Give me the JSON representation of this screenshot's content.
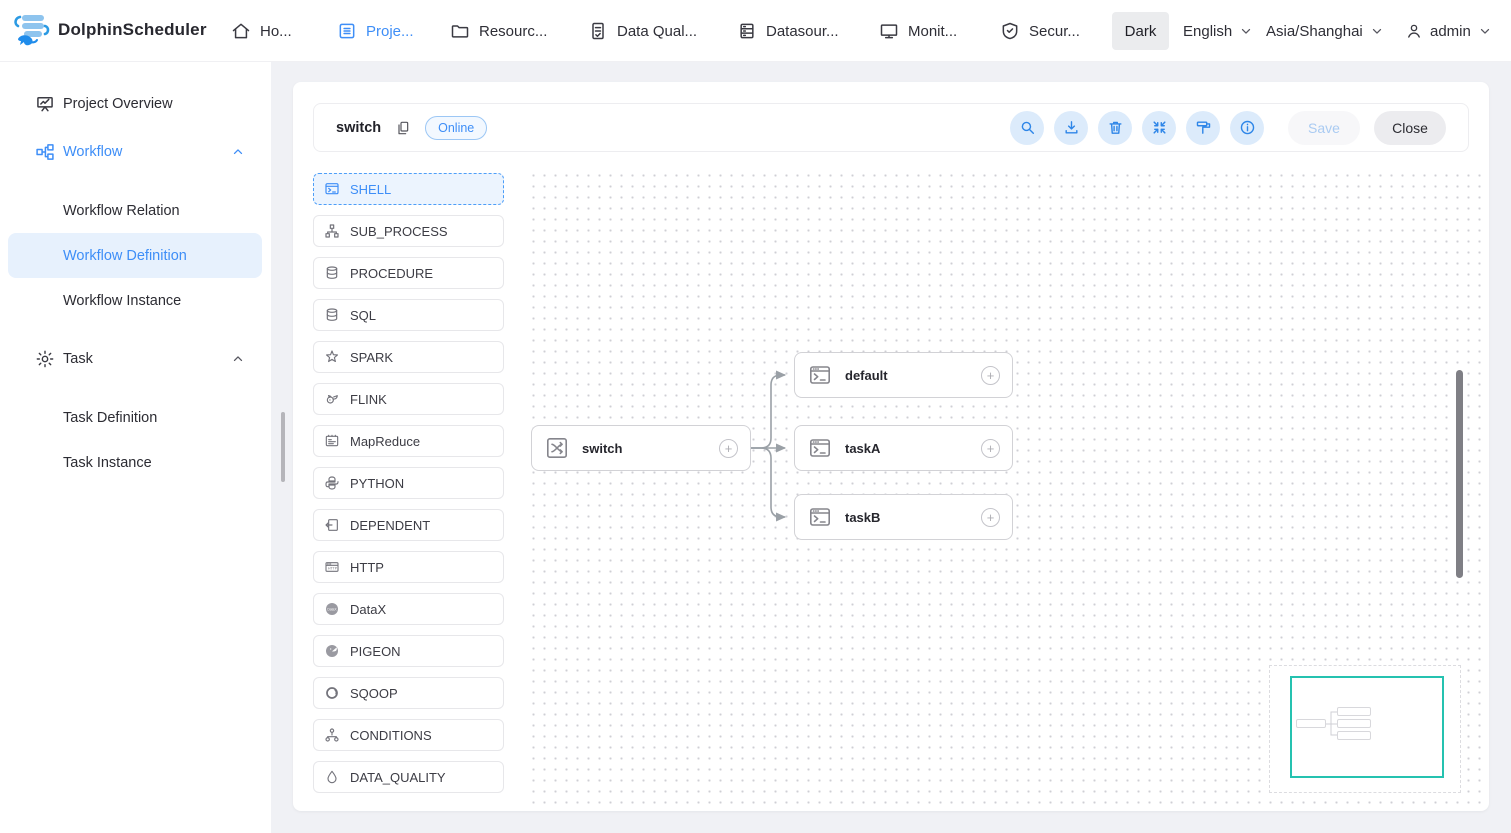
{
  "nav": {
    "brand": "DolphinScheduler",
    "tabs": [
      {
        "label": "Ho...",
        "icon": "home-icon",
        "active": false
      },
      {
        "label": "Proje...",
        "icon": "project-icon",
        "active": true
      },
      {
        "label": "Resourc...",
        "icon": "resources-icon",
        "active": false
      },
      {
        "label": "Data Qual...",
        "icon": "data-quality-icon",
        "active": false
      },
      {
        "label": "Datasour...",
        "icon": "datasource-icon",
        "active": false
      },
      {
        "label": "Monit...",
        "icon": "monitor-icon",
        "active": false
      },
      {
        "label": "Secur...",
        "icon": "security-icon",
        "active": false
      }
    ],
    "theme_button": "Dark",
    "language": "English",
    "timezone": "Asia/Shanghai",
    "user": "admin"
  },
  "sidebar": {
    "project_overview": "Project Overview",
    "workflow": "Workflow",
    "workflow_relation": "Workflow Relation",
    "workflow_definition": "Workflow Definition",
    "workflow_instance": "Workflow Instance",
    "task": "Task",
    "task_definition": "Task Definition",
    "task_instance": "Task Instance",
    "selected_item": "Workflow Definition"
  },
  "header": {
    "workflow_name": "switch",
    "status_badge": "Online",
    "toolbar_icons": [
      "search-icon",
      "download-icon",
      "delete-icon",
      "fullscreen-icon",
      "format-icon",
      "info-icon"
    ],
    "save_label": "Save",
    "close_label": "Close",
    "save_disabled": true
  },
  "task_types": {
    "selected": "SHELL",
    "items": [
      {
        "label": "SHELL",
        "icon": "shell-icon"
      },
      {
        "label": "SUB_PROCESS",
        "icon": "sub-process-icon"
      },
      {
        "label": "PROCEDURE",
        "icon": "procedure-icon"
      },
      {
        "label": "SQL",
        "icon": "sql-icon"
      },
      {
        "label": "SPARK",
        "icon": "spark-icon"
      },
      {
        "label": "FLINK",
        "icon": "flink-icon"
      },
      {
        "label": "MapReduce",
        "icon": "mapreduce-icon"
      },
      {
        "label": "PYTHON",
        "icon": "python-icon"
      },
      {
        "label": "DEPENDENT",
        "icon": "dependent-icon"
      },
      {
        "label": "HTTP",
        "icon": "http-icon"
      },
      {
        "label": "DataX",
        "icon": "datax-icon"
      },
      {
        "label": "PIGEON",
        "icon": "pigeon-icon"
      },
      {
        "label": "SQOOP",
        "icon": "sqoop-icon"
      },
      {
        "label": "CONDITIONS",
        "icon": "conditions-icon"
      },
      {
        "label": "DATA_QUALITY",
        "icon": "data-quality-drop-icon"
      }
    ]
  },
  "dag": {
    "nodes": [
      {
        "label": "switch",
        "type": "switch"
      },
      {
        "label": "default",
        "type": "shell"
      },
      {
        "label": "taskA",
        "type": "shell"
      },
      {
        "label": "taskB",
        "type": "shell"
      }
    ],
    "edges": [
      {
        "from": "switch",
        "to": "default"
      },
      {
        "from": "switch",
        "to": "taskA"
      },
      {
        "from": "switch",
        "to": "taskB"
      }
    ]
  },
  "colors": {
    "accent_blue": "#3e8ef7",
    "toolbar_icon_blue": "#2e86e8",
    "toolbar_circle_bg": "#dcebfb",
    "selected_item_bg": "#e7f1fd",
    "minimap_viewport": "#25c2b0",
    "edge_gray": "#9aa0a6",
    "page_bg": "#f0f1f5"
  }
}
